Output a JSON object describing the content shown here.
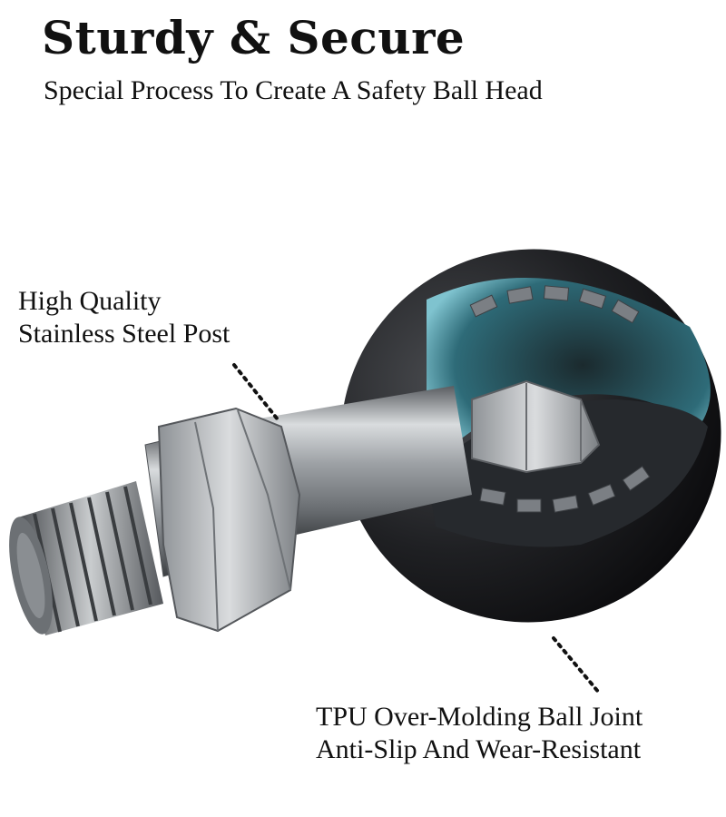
{
  "header": {
    "title": "Sturdy & Secure",
    "subtitle": "Special Process To Create A Safety Ball Head"
  },
  "callouts": {
    "post": {
      "line1": "High Quality",
      "line2": "Stainless Steel Post"
    },
    "ball": {
      "line1": "TPU Over-Molding Ball Joint",
      "line2": "Anti-Slip And Wear-Resistant"
    }
  },
  "colors": {
    "text": "#111111",
    "ball": "#1c1d20",
    "ball_inner": "#3a7f8f",
    "steel": "#b5b8bb"
  }
}
